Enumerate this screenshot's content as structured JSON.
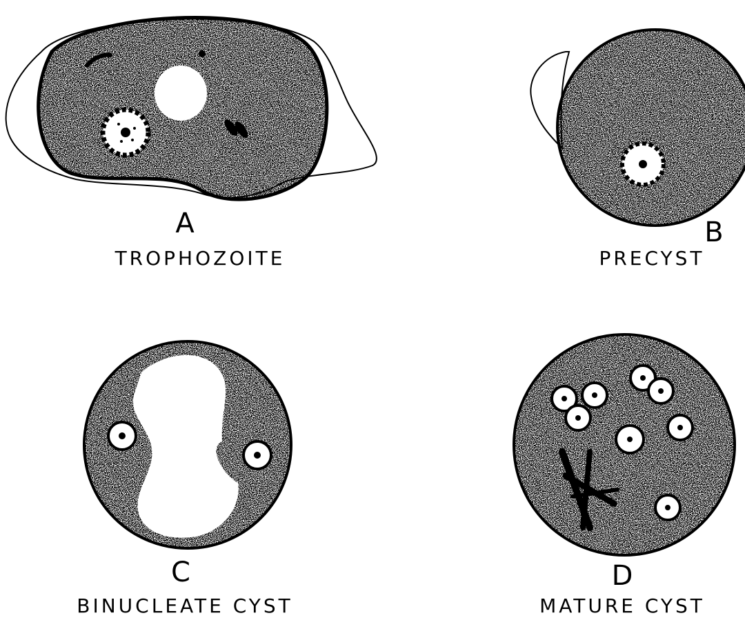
{
  "panels": [
    {
      "letter": "A",
      "caption": "TROPHOZOITE"
    },
    {
      "letter": "B",
      "caption": "PRECYST"
    },
    {
      "letter": "C",
      "caption": "BINUCLEATE CYST"
    },
    {
      "letter": "D",
      "caption": "MATURE CYST"
    }
  ]
}
